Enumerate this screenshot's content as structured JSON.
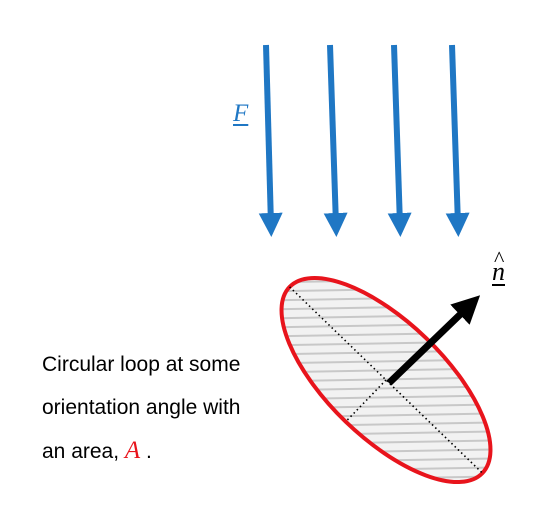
{
  "labels": {
    "field": "F",
    "normal": "n",
    "caption_line1": "Circular loop at some",
    "caption_line2": "orientation angle with",
    "caption_line3_prefix": "an area, ",
    "area_symbol": "A",
    "caption_line3_suffix": " ."
  },
  "colors": {
    "field_arrow": "#1f77c4",
    "loop_outline": "#e8141c",
    "area_symbol": "#e8141c",
    "normal_arrow": "#000000",
    "hatch": "#c8c8c8"
  },
  "icons": {
    "field_arrows": "arrow-down-icon",
    "normal_arrow": "arrow-up-right-icon"
  },
  "field_arrow_count": 4
}
